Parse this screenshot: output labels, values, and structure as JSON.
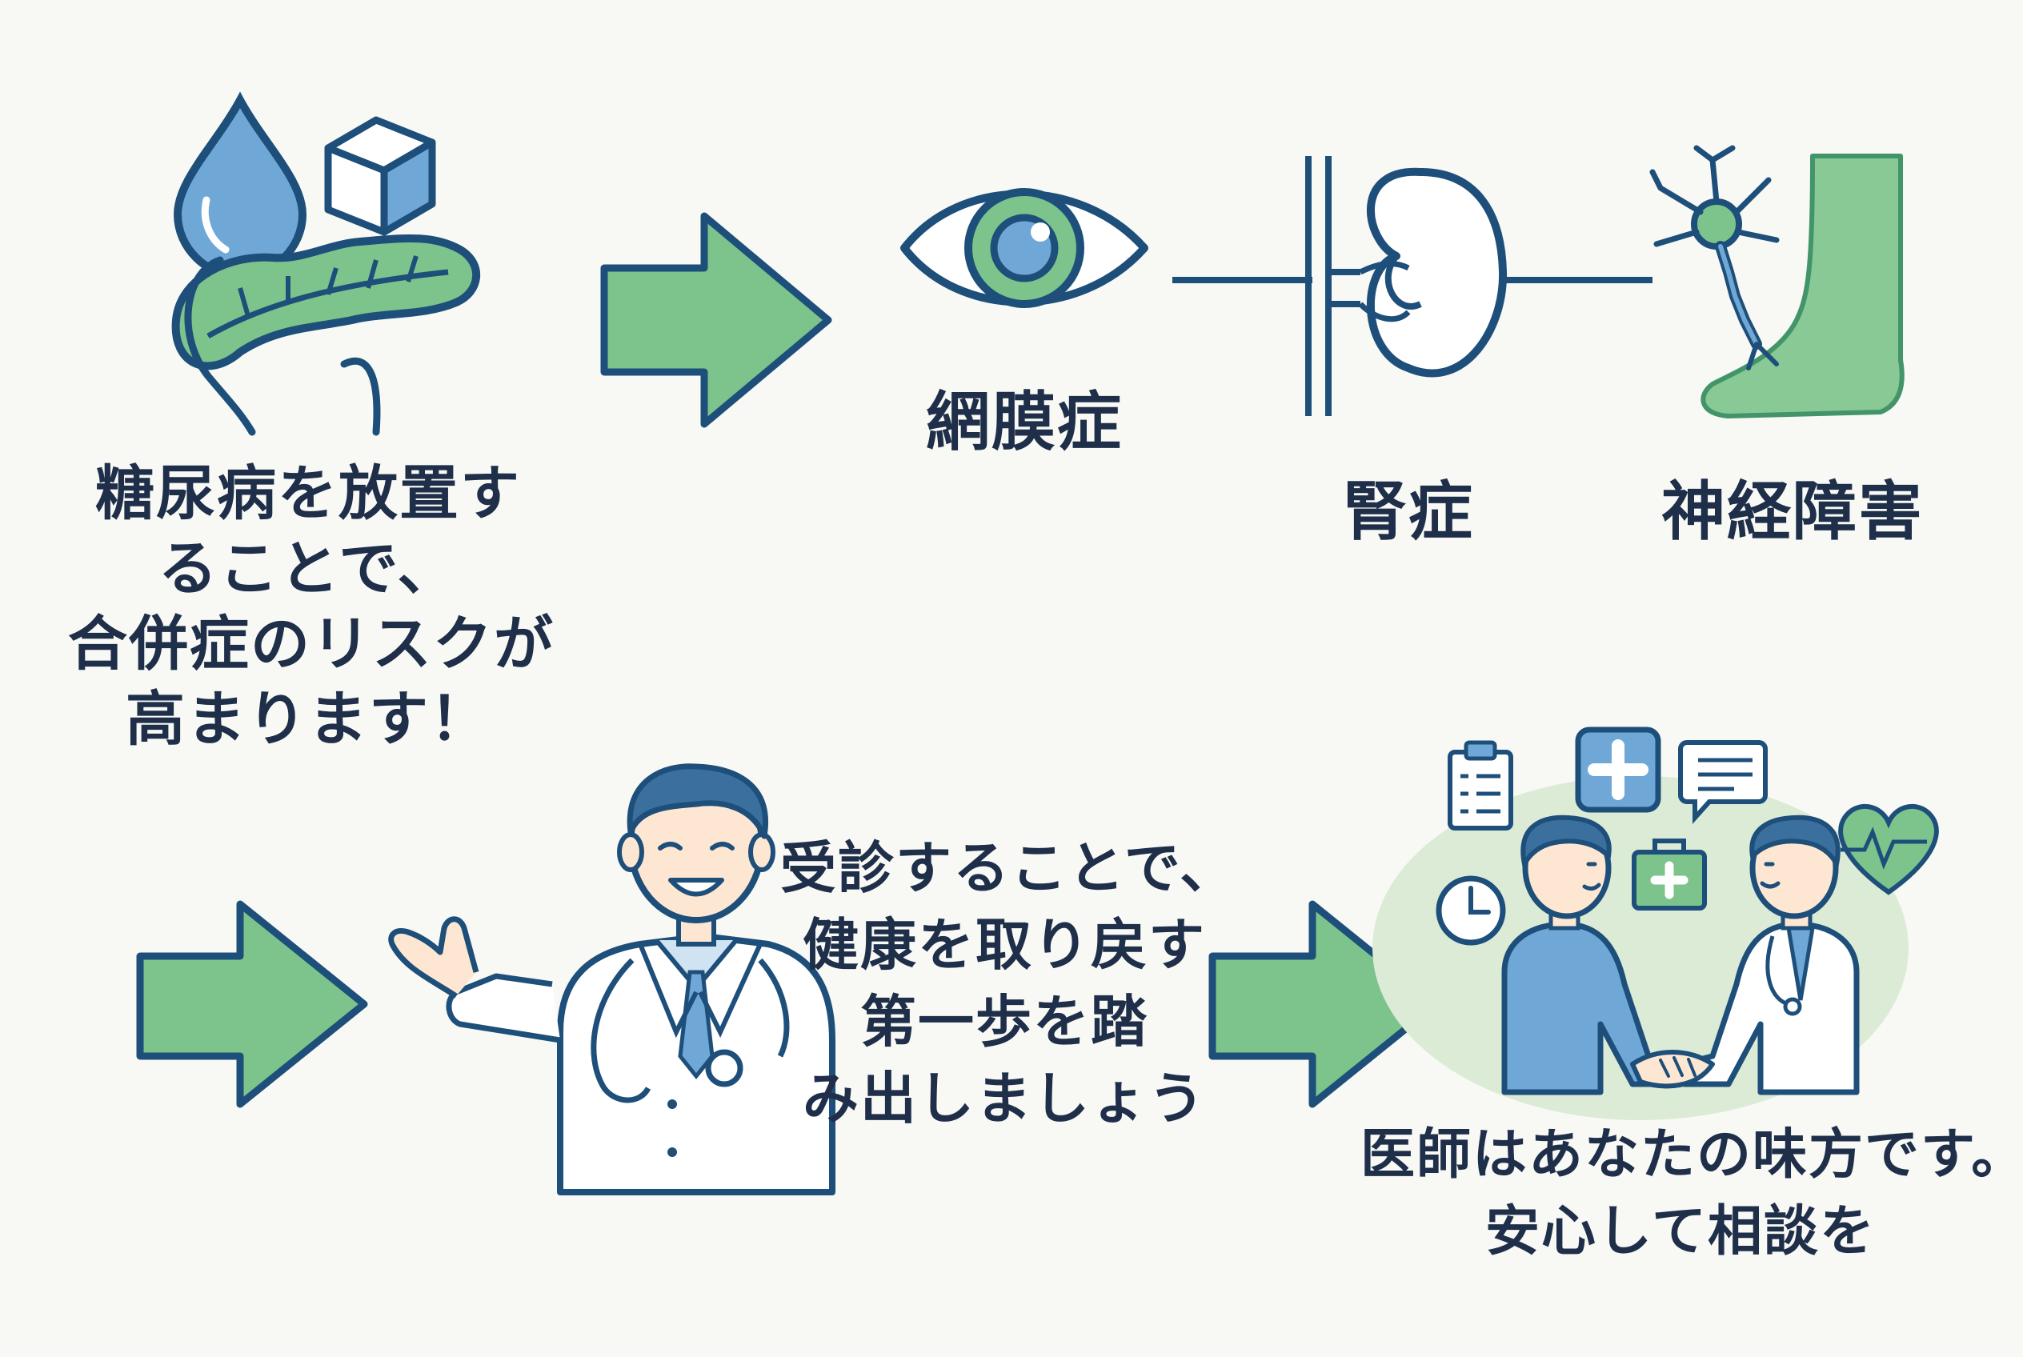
{
  "intro_text": {
    "line1": "糖尿病を放置す",
    "line2": "ることで、",
    "line3": "合併症のリスクが",
    "line4": "高まります！"
  },
  "complications": {
    "retinopathy": "網膜症",
    "nephropathy": "腎症",
    "neuropathy": "神経障害"
  },
  "visit_text": {
    "line1": "受診することで、",
    "line2": "健康を取り戻す",
    "line3": "第一歩を踏",
    "line4": "み出しましょう"
  },
  "doctor_text": {
    "line1": "医師はあなたの味方です。",
    "line2": "安心して相談を"
  },
  "colors": {
    "navy": "#1e4f7a",
    "green": "#7cc48c",
    "blue": "#6fa8d6",
    "text": "#1f2f4a"
  }
}
